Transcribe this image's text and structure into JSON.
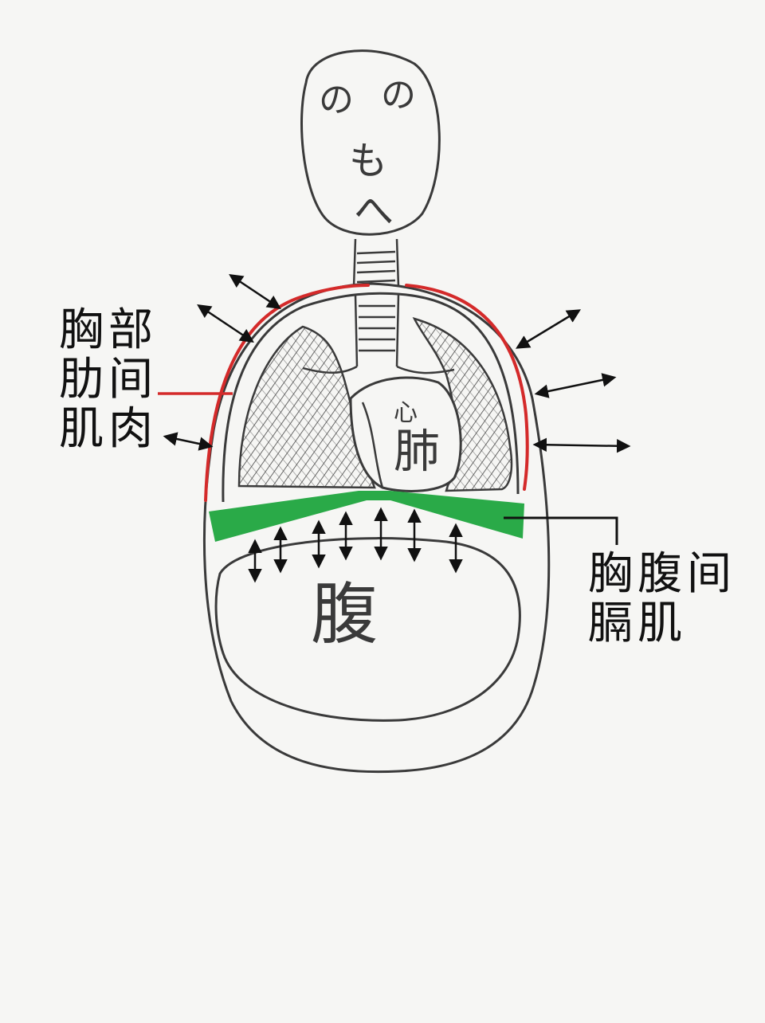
{
  "labels": {
    "intercostal": "胸部\n肋间\n肌肉",
    "diaphragm": "胸腹间\n膈肌"
  },
  "drawing": {
    "heart_char": "心",
    "lung_char": "肺",
    "abdomen_char": "腹",
    "face_eye_left": "の",
    "face_eye_right": "の",
    "face_nose": "も",
    "face_mouth": "へ",
    "colors": {
      "intercostal_line": "#d42a2a",
      "diaphragm_band": "#2aaa48",
      "ink": "#3a3a3a",
      "pointer": "#111111"
    }
  }
}
